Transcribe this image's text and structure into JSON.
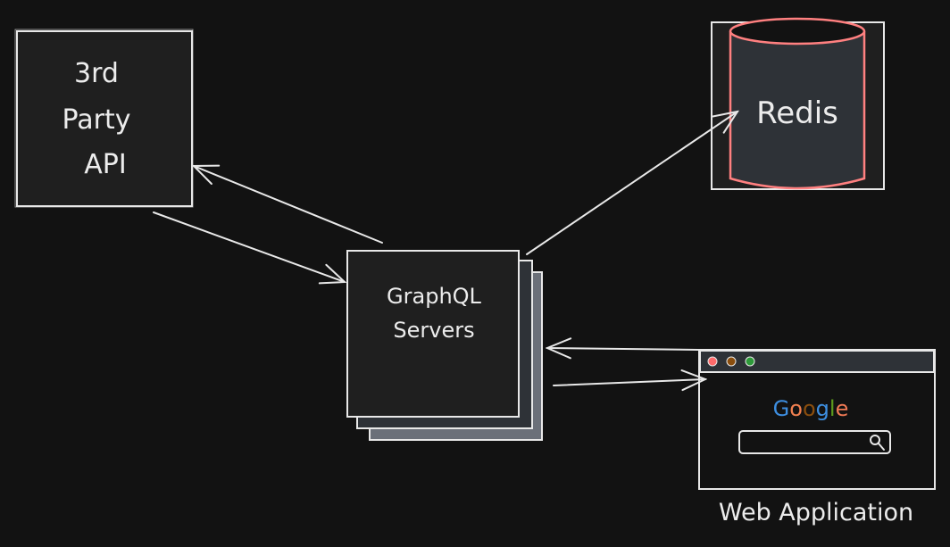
{
  "third_party": {
    "line1": "3rd",
    "line2": "Party",
    "line3": "API"
  },
  "graphql": {
    "line1": "GraphQL",
    "line2": "Servers"
  },
  "redis": {
    "label": "Redis",
    "stroke_color": "#ff8080",
    "fill_color": "#2e3237"
  },
  "web_app": {
    "label": "Web Application",
    "logo": [
      {
        "char": "G",
        "color": "#3d8ee0"
      },
      {
        "char": "o",
        "color": "#f08050"
      },
      {
        "char": "o",
        "color": "#8a4e0e"
      },
      {
        "char": "g",
        "color": "#3d8ee0"
      },
      {
        "char": "l",
        "color": "#5c9a1c"
      },
      {
        "char": "e",
        "color": "#f07a55"
      }
    ],
    "dots": [
      "#ff6b6b",
      "#8a4e0e",
      "#2e9a3a"
    ],
    "search_icon": "magnifier-icon"
  },
  "arrows": [
    {
      "from": "graphql",
      "to": "third_party"
    },
    {
      "from": "third_party",
      "to": "graphql"
    },
    {
      "from": "graphql",
      "to": "redis"
    },
    {
      "from": "web_app",
      "to": "graphql"
    },
    {
      "from": "graphql",
      "to": "web_app"
    }
  ]
}
